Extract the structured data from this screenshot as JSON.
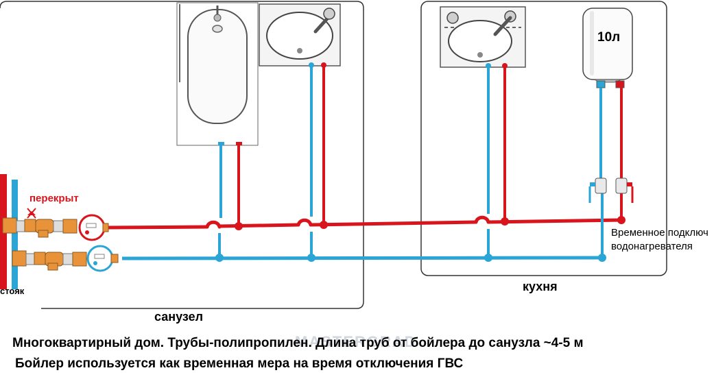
{
  "labels": {
    "shutoff": "перекрыт",
    "riser": "стояк",
    "bathroom": "санузел",
    "kitchen": "кухня",
    "boiler_volume": "10л",
    "temp_connection": "Временное подключ\nводонагревателя"
  },
  "captions": {
    "line1": "Многоквартирный дом. Трубы-полипропилен. Длина труб от бойлера до санузла ~4-5 м",
    "line2": "Бойлер используется как временная мера на время отключения ГВС"
  },
  "watermark": "MASTERGRAD",
  "colors": {
    "hot_pipe": "#d8141c",
    "cold_pipe": "#2ba5d6",
    "fittings": "#e8923a",
    "outline": "#333333",
    "background": "#ffffff"
  }
}
